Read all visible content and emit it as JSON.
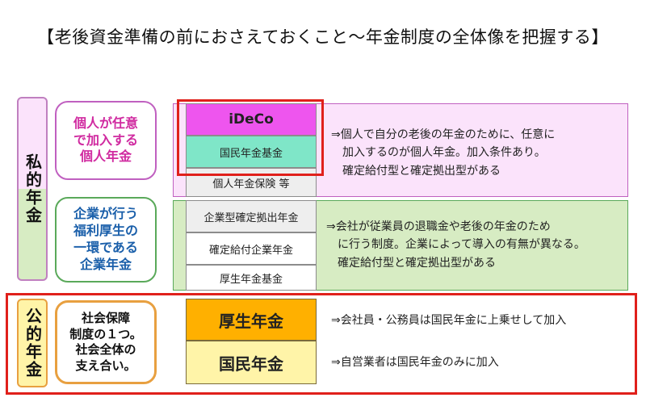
{
  "title": "【老後資金準備の前におさえておくこと～年金制度の全体像を把握する】",
  "private": {
    "category": "私的年金",
    "individual": {
      "label": "個人が任意\nで加入する\n個人年金",
      "items": [
        "iDeCo",
        "国民年金基金",
        "個人年金保険 等"
      ],
      "description": "⇒個人で自分の老後の年金のために、任意に\n　加入するのが個人年金。加入条件あり。\n　確定給付型と確定拠出型がある"
    },
    "corporate": {
      "label": "企業が行う\n福利厚生の\n一環である\n企業年金",
      "items": [
        "企業型確定拠出年金",
        "確定給付企業年金",
        "厚生年金基金"
      ],
      "description": "⇒会社が従業員の退職金や老後の年金のため\n　に行う制度。企業によって導入の有無が異なる。\n　確定給付型と確定拠出型がある"
    }
  },
  "public": {
    "category": "公的年金",
    "label": "社会保障\n制度の１つ。\n社会全体の\n支え合い。",
    "items": [
      {
        "name": "厚生年金",
        "description": "⇒会社員・公務員は国民年金に上乗せして加入"
      },
      {
        "name": "国民年金",
        "description": "⇒自営業者は国民年金のみに加入"
      }
    ]
  },
  "colors": {
    "highlight_red": "#e0201b",
    "ideco": "#ee55ee",
    "kokumin_kikin": "#7fe6c8",
    "individual_bg": "#fbe3fb",
    "individual_border": "#c060c0",
    "corporate_bg": "#d7ecc3",
    "corporate_border": "#5aa95a",
    "kosei": "#ffb000",
    "kokumin": "#fff4a8",
    "public_border": "#e8a040",
    "gray_box": "#eeeeee"
  }
}
